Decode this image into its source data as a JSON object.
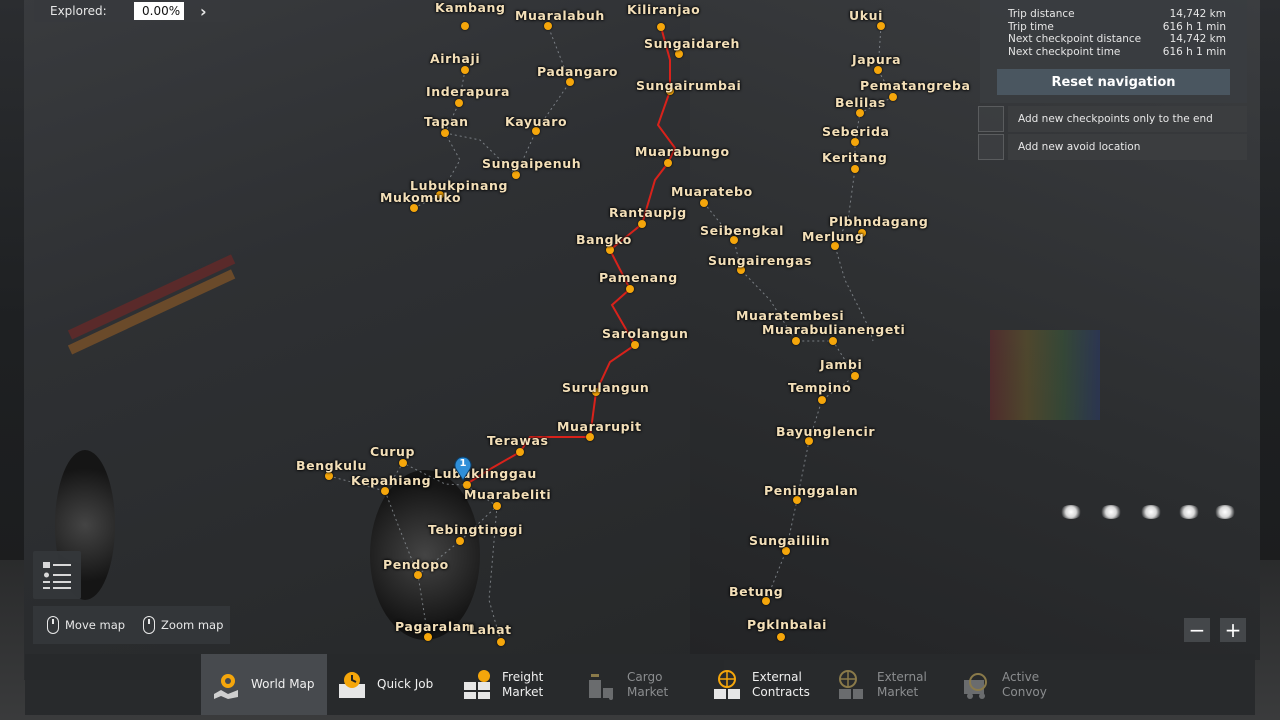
{
  "explored": {
    "label": "Explored:",
    "value": "0.00%"
  },
  "trip": {
    "rows": [
      {
        "label": "Trip distance",
        "value": "14,742 km"
      },
      {
        "label": "Trip time",
        "value": "616 h 1 min"
      },
      {
        "label": "Next checkpoint distance",
        "value": "14,742 km"
      },
      {
        "label": "Next checkpoint time",
        "value": "616 h 1 min"
      }
    ],
    "reset_label": "Reset navigation"
  },
  "options": {
    "checkpoints_end": "Add new checkpoints only to the end",
    "avoid_location": "Add new avoid location"
  },
  "mouse_help": {
    "move": "Move map",
    "zoom": "Zoom map"
  },
  "zoom": {
    "minus": "−",
    "plus": "+"
  },
  "marker": {
    "number": "1"
  },
  "colors": {
    "route": "#d8221b",
    "city_dot": "#f5a60b",
    "city_label": "#f3dfb8",
    "marker": "#2f8fd8"
  },
  "cities": [
    {
      "name": "Kambang"
    },
    {
      "name": "Muaralabuh"
    },
    {
      "name": "Kiliranjao"
    },
    {
      "name": "Ukui"
    },
    {
      "name": "Sungaidareh"
    },
    {
      "name": "Airhaji"
    },
    {
      "name": "Japura"
    },
    {
      "name": "Padangaro"
    },
    {
      "name": "Inderapura"
    },
    {
      "name": "Sungairumbai"
    },
    {
      "name": "Pematangreba"
    },
    {
      "name": "Belilas"
    },
    {
      "name": "Tapan"
    },
    {
      "name": "Kayuaro"
    },
    {
      "name": "Seberida"
    },
    {
      "name": "Muarabungo"
    },
    {
      "name": "Keritang"
    },
    {
      "name": "Sungaipenuh"
    },
    {
      "name": "Lubukpinang"
    },
    {
      "name": "Muaratebo"
    },
    {
      "name": "Mukomuko"
    },
    {
      "name": "Rantaupjg"
    },
    {
      "name": "Plbhndagang"
    },
    {
      "name": "Seibengkal"
    },
    {
      "name": "Bangko"
    },
    {
      "name": "Merlung"
    },
    {
      "name": "Sungairengas"
    },
    {
      "name": "Pamenang"
    },
    {
      "name": "Muaratembesi"
    },
    {
      "name": "Muarabulianengeti"
    },
    {
      "name": "Sarolangun"
    },
    {
      "name": "Jambi"
    },
    {
      "name": "Surulangun"
    },
    {
      "name": "Tempino"
    },
    {
      "name": "Muararupit"
    },
    {
      "name": "Bayunglencir"
    },
    {
      "name": "Terawas"
    },
    {
      "name": "Curup"
    },
    {
      "name": "Bengkulu"
    },
    {
      "name": "Lubuklinggau"
    },
    {
      "name": "Kepahiang"
    },
    {
      "name": "Muarabeliti"
    },
    {
      "name": "Peninggalan"
    },
    {
      "name": "Tebingtinggi"
    },
    {
      "name": "Sungaililin"
    },
    {
      "name": "Pendopo"
    },
    {
      "name": "Betung"
    },
    {
      "name": "Pagaralam"
    },
    {
      "name": "Lahat"
    },
    {
      "name": "Pgklnbalai"
    }
  ],
  "tabs": [
    {
      "label": "World Map",
      "icon": "world-map-icon",
      "state": "active"
    },
    {
      "label": "Quick Job",
      "icon": "quick-job-icon",
      "state": "normal"
    },
    {
      "label": "Freight\nMarket",
      "icon": "freight-market-icon",
      "state": "normal"
    },
    {
      "label": "Cargo\nMarket",
      "icon": "cargo-market-icon",
      "state": "disabled"
    },
    {
      "label": "External\nContracts",
      "icon": "external-contracts-icon",
      "state": "normal"
    },
    {
      "label": "External\nMarket",
      "icon": "external-market-icon",
      "state": "disabled"
    },
    {
      "label": "Active\nConvoy",
      "icon": "active-convoy-icon",
      "state": "disabled"
    }
  ]
}
